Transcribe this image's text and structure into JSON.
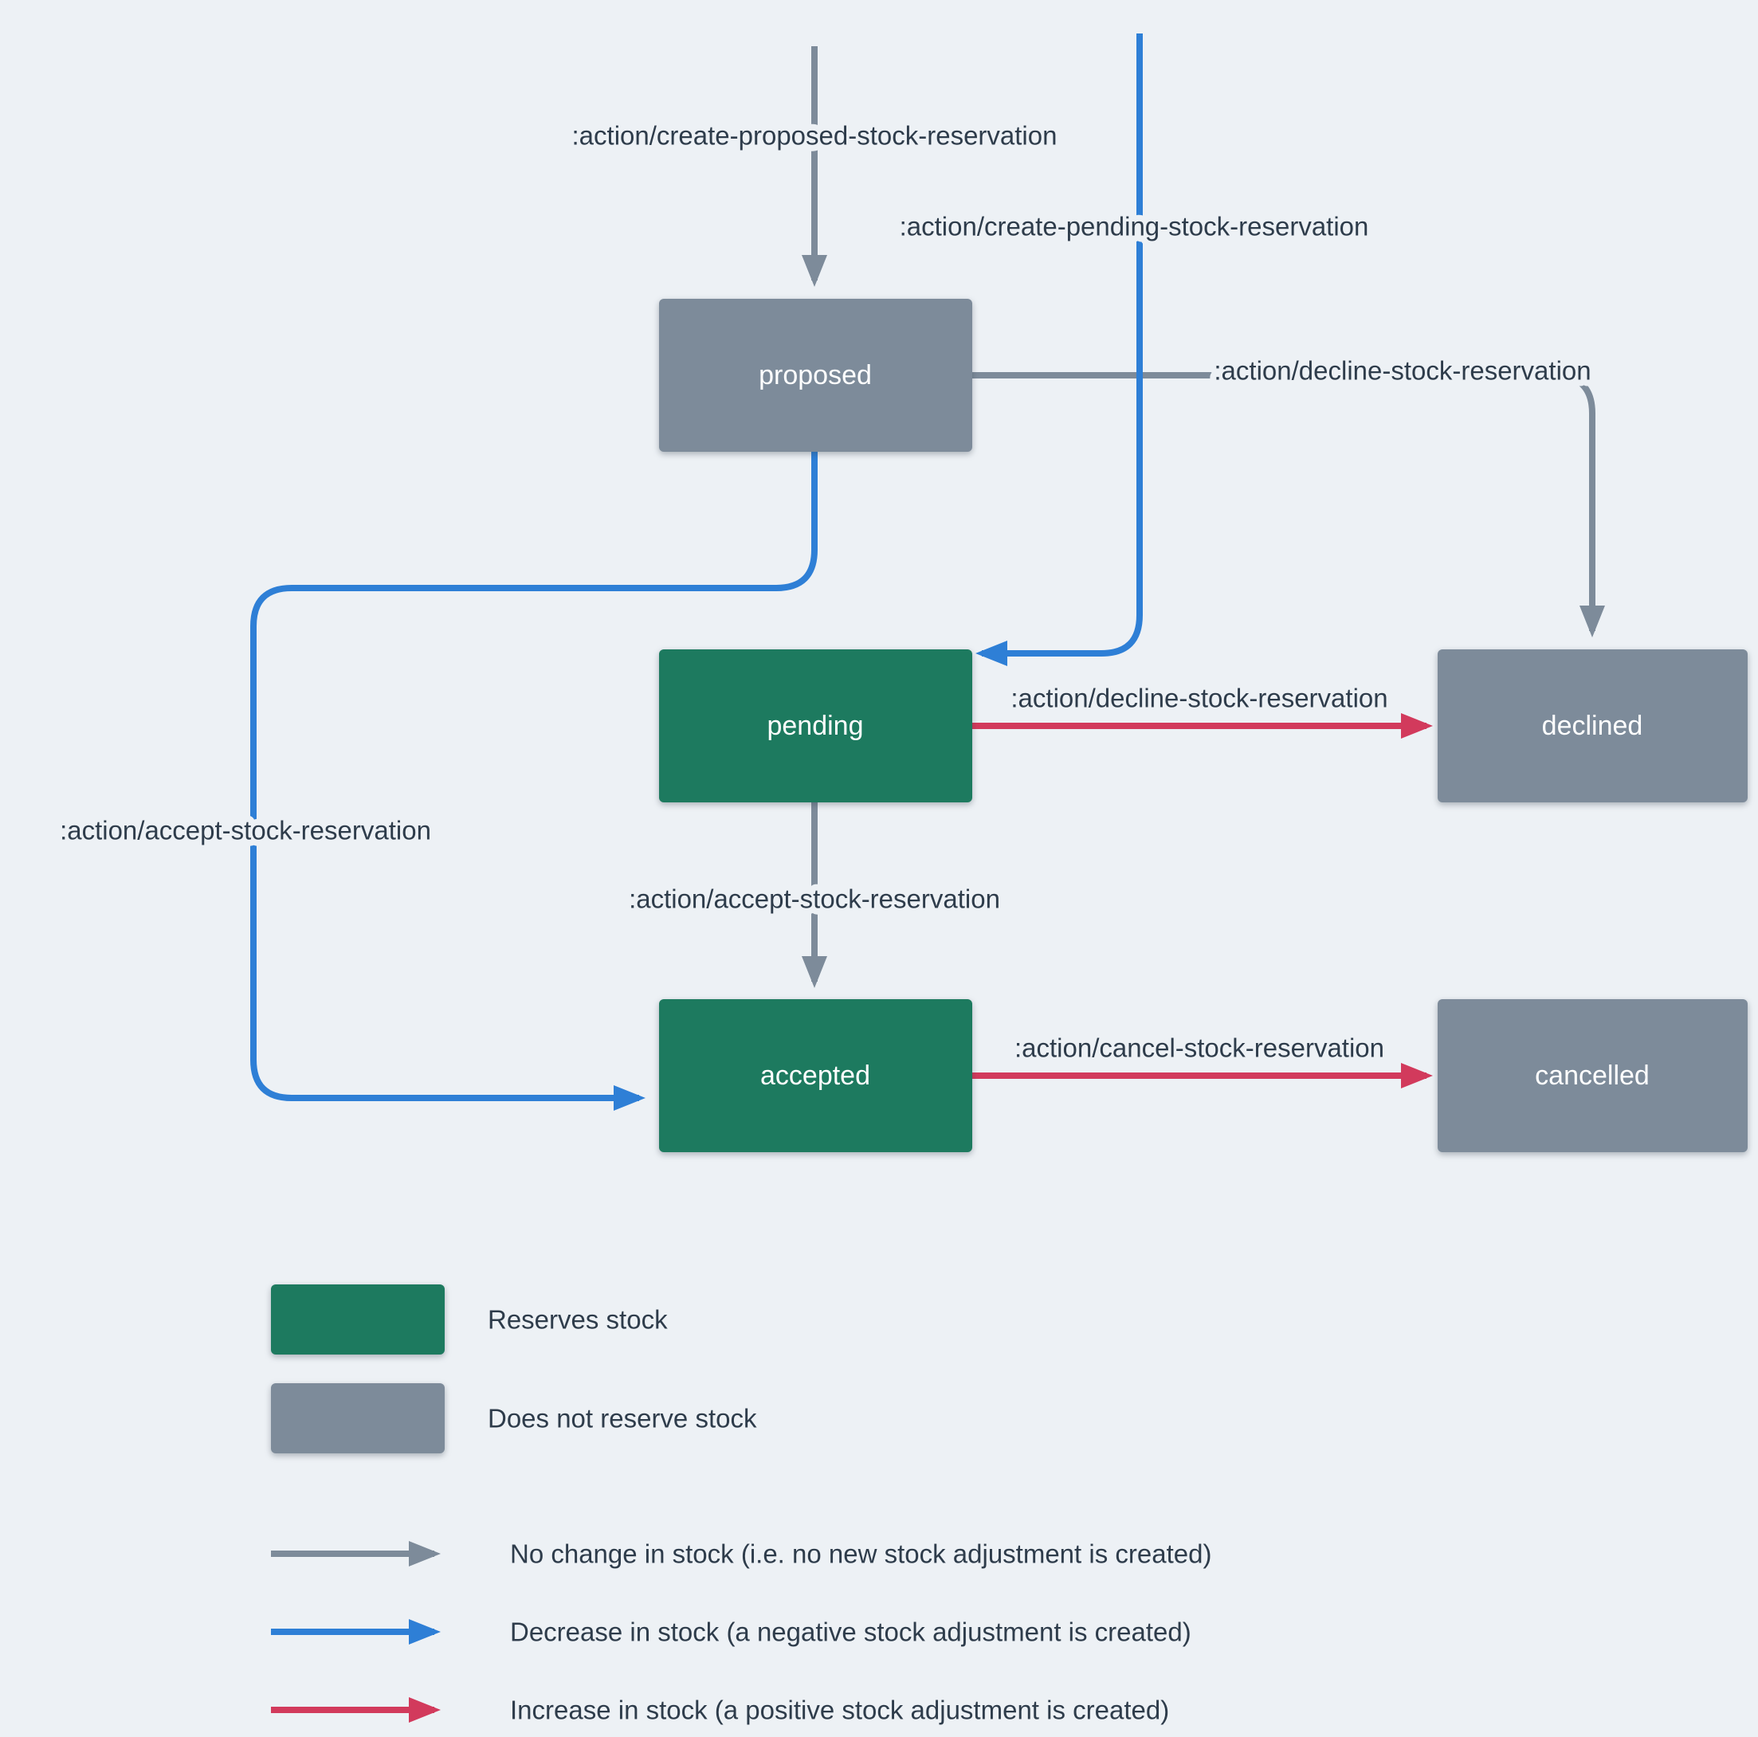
{
  "colors": {
    "background": "#edf1f5",
    "node_green": "#1d7a5f",
    "node_gray": "#7d8b9a",
    "arrow_gray": "#7d8b9a",
    "arrow_blue": "#2e7fd6",
    "arrow_red": "#d23a5c",
    "label_text": "#2e3c4b",
    "node_text": "#ffffff"
  },
  "nodes": {
    "proposed": "proposed",
    "pending": "pending",
    "declined": "declined",
    "accepted": "accepted",
    "cancelled": "cancelled"
  },
  "edges": {
    "create_proposed": ":action/create-proposed-stock-reservation",
    "create_pending": ":action/create-pending-stock-reservation",
    "decline_from_proposed": ":action/decline-stock-reservation",
    "accept_from_proposed": ":action/accept-stock-reservation",
    "decline_from_pending": ":action/decline-stock-reservation",
    "accept_from_pending": ":action/accept-stock-reservation",
    "cancel_from_accepted": ":action/cancel-stock-reservation"
  },
  "legend": {
    "reserves_stock": "Reserves stock",
    "does_not_reserve_stock": "Does not reserve stock",
    "gray_arrow": "No change in stock (i.e. no new stock adjustment is created)",
    "blue_arrow": "Decrease in stock (a negative stock adjustment is created)",
    "red_arrow": "Increase in stock (a positive stock adjustment is created)"
  }
}
